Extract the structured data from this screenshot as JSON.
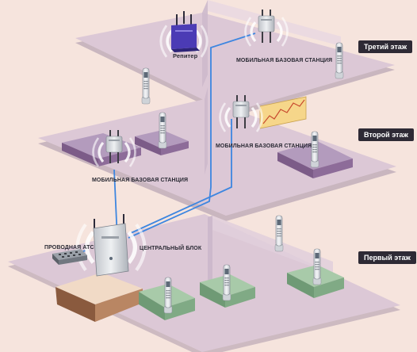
{
  "floors": {
    "third": "Третий этаж",
    "second": "Второй этаж",
    "first": "Первый этаж"
  },
  "labels": {
    "repeater": "Репитер",
    "base_station_3": "МОБИЛЬНАЯ БАЗОВАЯ СТАНЦИЯ",
    "base_station_2_left": "МОБИЛЬНАЯ БАЗОВАЯ СТАНЦИЯ",
    "base_station_2_right": "МОБИЛЬНАЯ БАЗОВАЯ СТАНЦИЯ",
    "wired_pbx": "ПРОВОДНАЯ АТС",
    "central_unit": "ЦЕНТРАЛЬНЫЙ БЛОК"
  },
  "colors": {
    "background": "#f6e4dd",
    "floor_plate": "#dcc8d6",
    "floor_edge": "#a48fa6",
    "partition": "#cdb9cc",
    "purple_block": "#9b78a6",
    "green_block": "#8cb492",
    "cable": "#3d86e0",
    "tag_bg": "#2e2a35"
  },
  "icons": {
    "repeater": "repeater-router-icon",
    "base_station": "base-station-icon",
    "handset": "cordless-handset-icon",
    "central_unit": "central-unit-icon",
    "pbx": "wired-pbx-icon",
    "chart": "wall-chart-icon"
  }
}
